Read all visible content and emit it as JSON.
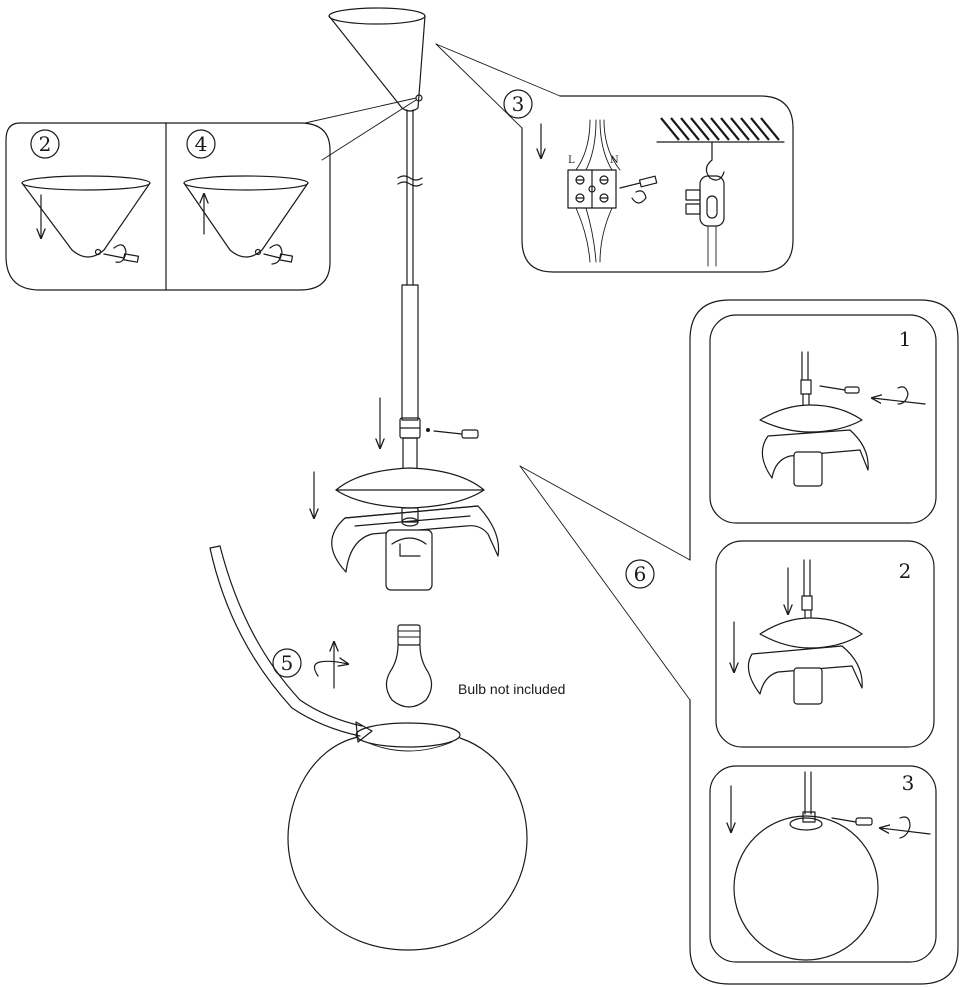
{
  "bulb_note": "Bulb not included",
  "step_numbers": {
    "canopy_down": "2",
    "canopy_up": "4",
    "wiring": "3",
    "bulb": "5",
    "detail": "6",
    "sub1": "1",
    "sub2": "2",
    "sub3": "3"
  },
  "terminal_labels": {
    "live": "L",
    "neutral": "N"
  }
}
